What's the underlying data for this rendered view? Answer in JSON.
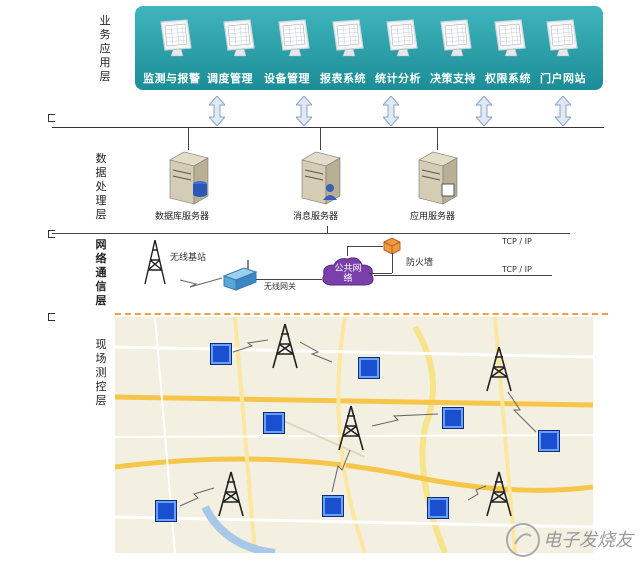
{
  "layers": {
    "application": "业务应用层",
    "data_processing": "数据处理层",
    "network": "网络通信层",
    "field": "现场测控层"
  },
  "applications": [
    "监测与报警",
    "调度管理",
    "设备管理",
    "报表系统",
    "统计分析",
    "决策支持",
    "权限系统",
    "门户网站"
  ],
  "servers": {
    "database": "数据库服务器",
    "message": "消息服务器",
    "application": "应用服务器"
  },
  "network": {
    "base_station": "无线基站",
    "gateway": "无线网关",
    "public_network": "公共网络",
    "firewall": "防火墙",
    "protocol_1": "TCP / IP",
    "protocol_2": "TCP / IP"
  },
  "watermark": "电子发烧友",
  "colors": {
    "app_band": "#23a0aa",
    "site": "#1a4fd0",
    "cloud": "#7a3fa8",
    "dashed_line": "#f0a040"
  }
}
